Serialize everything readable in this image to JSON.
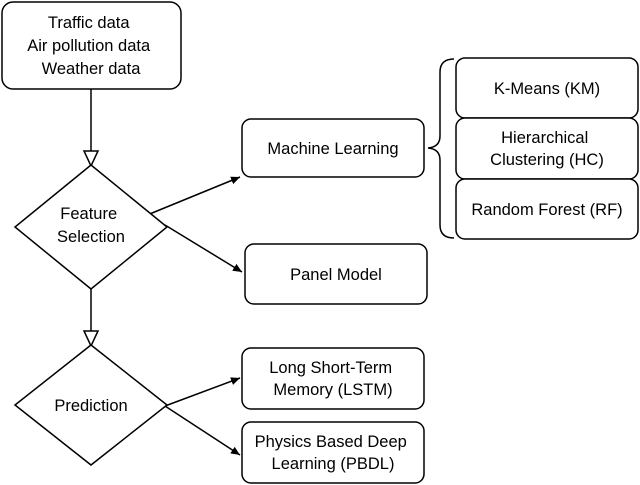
{
  "diagram": {
    "input": {
      "lines": [
        "Traffic data",
        "Air pollution data",
        "Weather data"
      ]
    },
    "feature_selection": {
      "lines": [
        "Feature",
        "Selection"
      ]
    },
    "prediction": {
      "lines": [
        "Prediction"
      ]
    },
    "machine_learning": {
      "lines": [
        "Machine Learning"
      ]
    },
    "panel_model": {
      "lines": [
        "Panel Model"
      ]
    },
    "kmeans": {
      "lines": [
        "K-Means (KM)"
      ]
    },
    "hierarchical": {
      "lines": [
        "Hierarchical",
        "Clustering (HC)"
      ]
    },
    "random_forest": {
      "lines": [
        "Random Forest (RF)"
      ]
    },
    "lstm": {
      "lines": [
        "Long Short-Term",
        "Memory (LSTM)"
      ]
    },
    "pbdl": {
      "lines": [
        "Physics Based Deep",
        "Learning (PBDL)"
      ]
    }
  }
}
